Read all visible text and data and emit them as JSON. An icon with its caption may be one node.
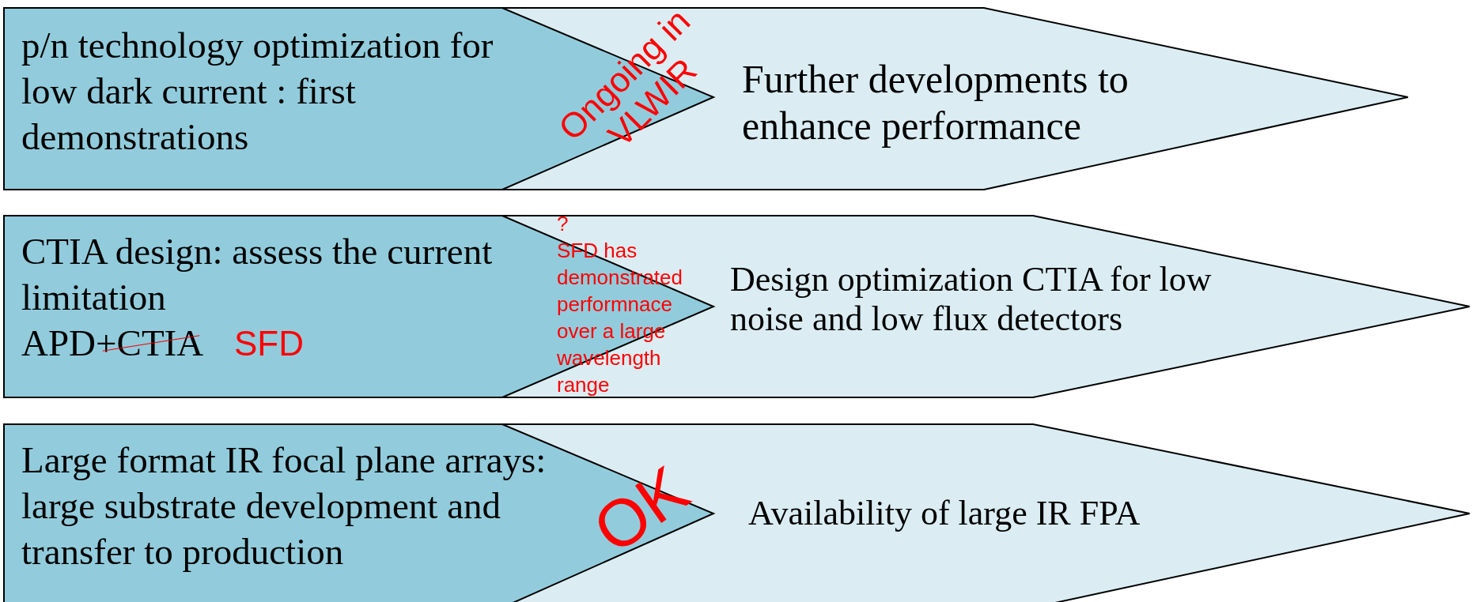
{
  "diagram": {
    "nodes": [
      {
        "text": [
          "p/n technology optimization for low dark current : first demonstrations"
        ]
      },
      {
        "text": [
          "Further developments to enhance performance"
        ]
      },
      {
        "text": [
          "CTIA design: assess the current limitation",
          "APD+CTIA"
        ]
      },
      {
        "text": [
          "Design optimization CTIA for low noise and low flux detectors"
        ]
      },
      {
        "text": [
          "Large format IR focal plane arrays: large substrate development and transfer to production"
        ]
      },
      {
        "text": [
          "Availability of large IR FPA"
        ]
      }
    ],
    "labels": [
      "Ongoing in VLWIR",
      "?",
      "SFD has demonstrated performnace over a large wavelength range",
      "SFD",
      "OK"
    ]
  }
}
